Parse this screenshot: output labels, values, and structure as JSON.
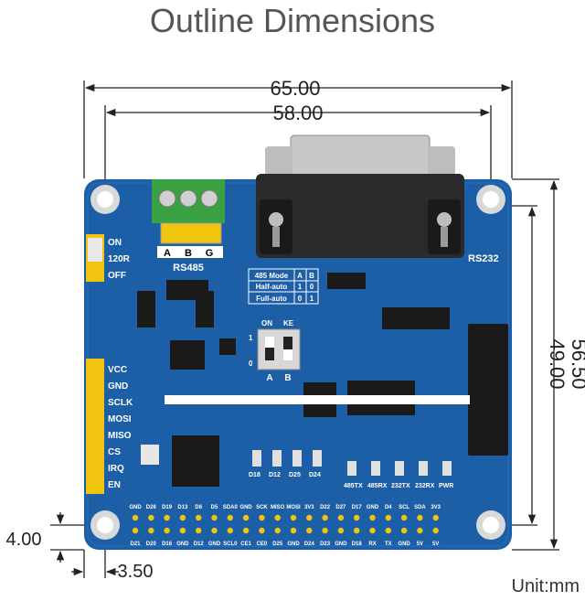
{
  "title": "Outline Dimensions",
  "unit": "Unit:mm",
  "dimensions": {
    "overall_width": "65.00",
    "hole_spacing_x": "58.00",
    "overall_height": "56.50",
    "hole_spacing_y": "49.00",
    "hole_offset_y": "4.00",
    "hole_offset_x": "3.50"
  },
  "board": {
    "connector_label": "RS232",
    "terminal_label": "RS485",
    "terminal_pins": [
      "A",
      "B",
      "G"
    ],
    "jumper_labels": [
      "ON",
      "120R",
      "OFF"
    ],
    "side_pins": [
      "VCC",
      "GND",
      "SCLK",
      "MOSI",
      "MISO",
      "CS",
      "IRQ",
      "EN"
    ],
    "mode_table": {
      "header": [
        "485 Mode",
        "A",
        "B"
      ],
      "rows": [
        [
          "Half-auto",
          "1",
          "0"
        ],
        [
          "Full-auto",
          "0",
          "1"
        ]
      ]
    },
    "switch_labels": [
      "ON",
      "KE"
    ],
    "switch_side": [
      "1",
      "0"
    ],
    "switch_ab": [
      "A",
      "B"
    ],
    "led_labels": [
      "485TX",
      "485RX",
      "232TX",
      "232RX",
      "PWR"
    ],
    "d_labels": [
      "D18",
      "D12",
      "D25",
      "D24"
    ],
    "header_top": [
      "GND",
      "D26",
      "D19",
      "D13",
      "D6",
      "D5",
      "SDA0",
      "GND",
      "SCK",
      "MISO",
      "MOSI",
      "3V3",
      "D22",
      "D27",
      "D17",
      "GND",
      "D4",
      "SCL",
      "SDA",
      "3V3"
    ],
    "header_bottom": [
      "D21",
      "D20",
      "D16",
      "GND",
      "D12",
      "GND",
      "SCL0",
      "CE1",
      "CE0",
      "D25",
      "GND",
      "D24",
      "D23",
      "GND",
      "D18",
      "RX",
      "TX",
      "GND",
      "5V",
      "5V"
    ]
  },
  "colors": {
    "pcb": "#1d5fa6",
    "terminal": "#3aa142",
    "header": "#f1c40f",
    "connector": "#2a2a2a",
    "silver": "#c8c8c8"
  }
}
